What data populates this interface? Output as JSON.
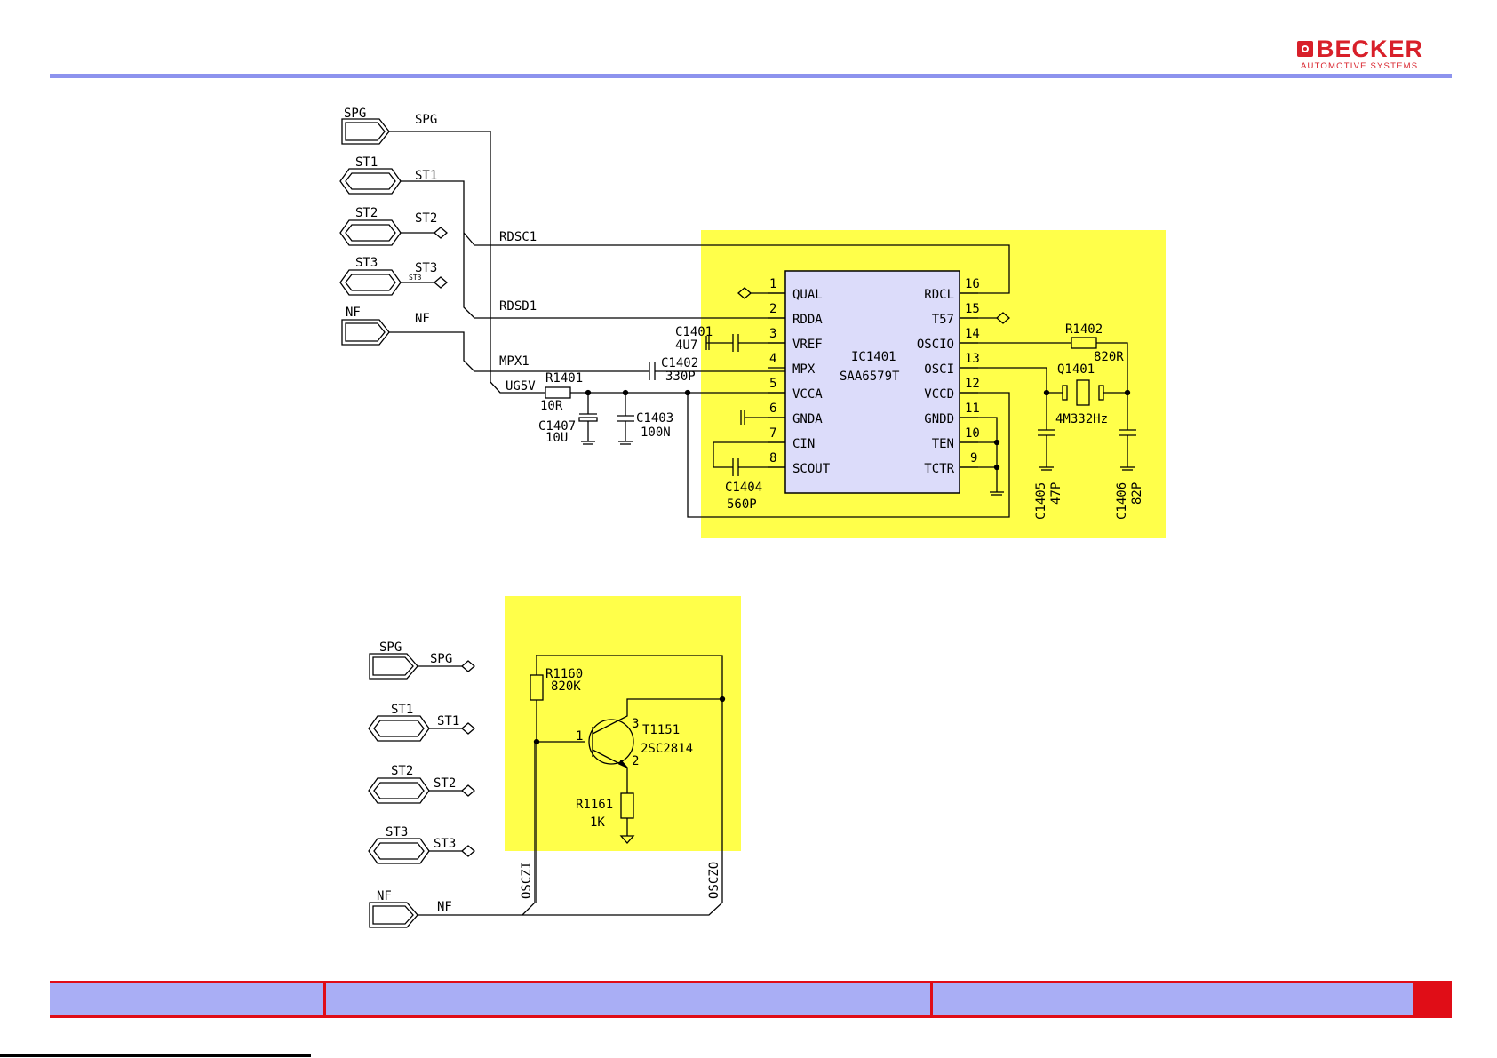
{
  "brand": {
    "name": "BECKER",
    "subtitle": "AUTOMOTIVE SYSTEMS",
    "color": "#d8202a"
  },
  "colors": {
    "highlight": "#ffff4a",
    "ic_fill": "#dcdcfa",
    "header_rule": "#8d93ee",
    "footer_fill": "#a9aef5",
    "footer_border": "#e00d17",
    "wire": "#000000"
  },
  "schematic_top": {
    "connectors": [
      "SPG",
      "ST1",
      "ST2",
      "ST3",
      "NF"
    ],
    "net_labels": {
      "spg": "SPG",
      "st1": "ST1",
      "st2": "ST2",
      "st3": "ST3",
      "st3_small": "ST3",
      "nf": "NF",
      "rdsc1": "RDSC1",
      "rdsd1": "RDSD1",
      "mpx1": "MPX1",
      "ug5v": "UG5V"
    },
    "ic": {
      "ref": "IC1401",
      "part": "SAA6579T",
      "left_pins": [
        {
          "num": "1",
          "name": "QUAL"
        },
        {
          "num": "2",
          "name": "RDDA"
        },
        {
          "num": "3",
          "name": "VREF"
        },
        {
          "num": "4",
          "name": "MPX"
        },
        {
          "num": "5",
          "name": "VCCA"
        },
        {
          "num": "6",
          "name": "GNDA"
        },
        {
          "num": "7",
          "name": "CIN"
        },
        {
          "num": "8",
          "name": "SCOUT"
        }
      ],
      "right_pins": [
        {
          "num": "16",
          "name": "RDCL"
        },
        {
          "num": "15",
          "name": "T57"
        },
        {
          "num": "14",
          "name": "OSCIO"
        },
        {
          "num": "13",
          "name": "OSCI"
        },
        {
          "num": "12",
          "name": "VCCD"
        },
        {
          "num": "11",
          "name": "GNDD"
        },
        {
          "num": "10",
          "name": "TEN"
        },
        {
          "num": "9",
          "name": "TCTR"
        }
      ]
    },
    "components": {
      "c1401": {
        "ref": "C1401",
        "value": "4U7"
      },
      "c1402": {
        "ref": "C1402",
        "value": "330P"
      },
      "r1401": {
        "ref": "R1401",
        "value": "10R"
      },
      "c1407": {
        "ref": "C1407",
        "value": "10U"
      },
      "c1403": {
        "ref": "C1403",
        "value": "100N"
      },
      "c1404": {
        "ref": "C1404",
        "value": "560P"
      },
      "r1402": {
        "ref": "R1402",
        "value": "820R"
      },
      "q1401": {
        "ref": "Q1401",
        "value": "4M332Hz"
      },
      "c1405": {
        "ref": "C1405",
        "value": "47P"
      },
      "c1406": {
        "ref": "C1406",
        "value": "82P"
      }
    }
  },
  "schematic_bottom": {
    "connectors": [
      "SPG",
      "ST1",
      "ST2",
      "ST3",
      "NF"
    ],
    "net_labels": {
      "spg": "SPG",
      "st1": "ST1",
      "st2": "ST2",
      "st3": "ST3",
      "nf": "NF",
      "osczi": "OSCZI",
      "osczo": "OSCZO"
    },
    "components": {
      "r1160": {
        "ref": "R1160",
        "value": "820K"
      },
      "t1151": {
        "ref": "T1151",
        "value": "2SC2814"
      },
      "r1161": {
        "ref": "R1161",
        "value": "1K"
      }
    },
    "transistor_pins": {
      "base": "1",
      "collector": "3",
      "emitter": "2"
    }
  }
}
